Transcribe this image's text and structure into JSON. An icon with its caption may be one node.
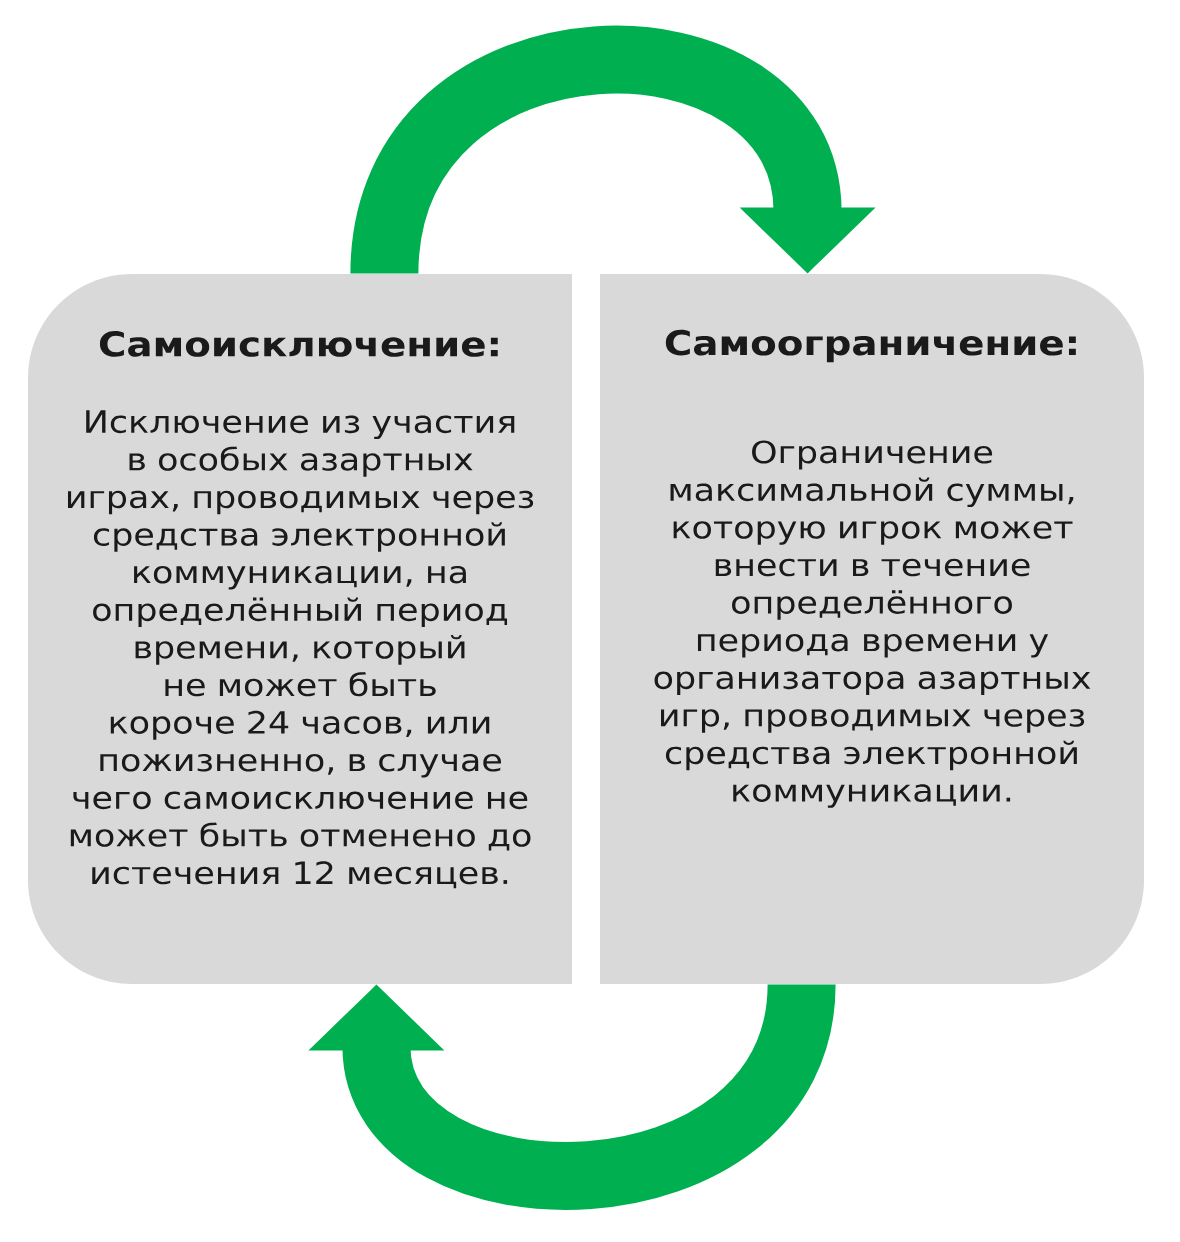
{
  "diagram": {
    "nodes": [
      {
        "text": [
          "Самоисключение:",
          "Исключение из участия в особых азартных играх, проводимых через средства электронной коммуникации, на определённый период времени, который не может быть короче 24 часов, или пожизненно, в случае чего самоисключение не может быть отменено до истечения 12 месяцев."
        ]
      },
      {
        "text": [
          "Самоограничение:",
          "Ограничение максимальной суммы, которую игрок может внести в течение определённого периода времени у организатора азартных игр, проводимых через средства электронной коммуникации."
        ]
      }
    ],
    "edges": [
      {
        "from": 0,
        "to": 1,
        "arrow": "to"
      },
      {
        "from": 1,
        "to": 0,
        "arrow": "to"
      }
    ]
  }
}
